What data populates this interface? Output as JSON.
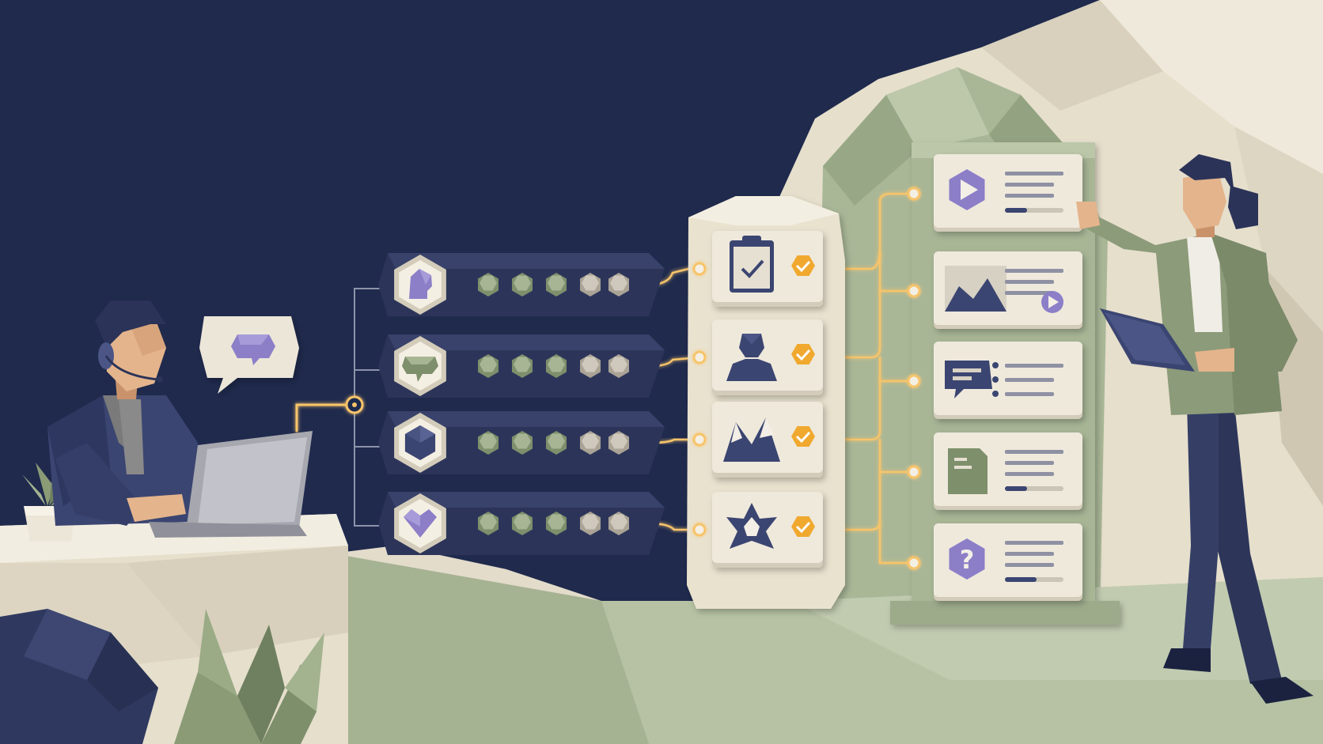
{
  "colors": {
    "sky": "#1f2a4d",
    "navy": "#37406a",
    "navy_dark": "#2a3358",
    "cream": "#ebe4d4",
    "cream_light": "#f4efe3",
    "cream_shadow": "#d4ccba",
    "sage": "#a7b594",
    "sage_dark": "#7e8f6c",
    "sage_light": "#c6cfb4",
    "purple": "#8c7fc8",
    "purple_dark": "#6d61a8",
    "gold": "#f0a92e",
    "glow": "#f7c46a",
    "grey_bead": "#cfc9bd",
    "skin": "#e4b48c",
    "skin_shadow": "#c9926a"
  },
  "scene": {
    "agent": "support-agent-with-headset",
    "presenter": "presenter-with-tablet",
    "speech_bubble_icon": "chat-bubble-icon"
  },
  "left_tracks": [
    {
      "icon": "user-head-icon",
      "beads": [
        "sage",
        "sage",
        "sage",
        "grey",
        "grey"
      ]
    },
    {
      "icon": "chat-bubble-icon",
      "beads": [
        "sage",
        "sage",
        "sage",
        "grey",
        "grey"
      ]
    },
    {
      "icon": "hexagon-gem-icon",
      "beads": [
        "sage",
        "sage",
        "sage",
        "grey",
        "grey"
      ]
    },
    {
      "icon": "heart-gem-icon",
      "beads": [
        "sage",
        "sage",
        "sage",
        "grey",
        "grey"
      ]
    }
  ],
  "middle_cards": [
    {
      "icon": "clipboard-check-icon",
      "status": "check-badge-icon"
    },
    {
      "icon": "person-bust-icon",
      "status": "check-badge-icon"
    },
    {
      "icon": "mountains-icon",
      "status": "check-badge-icon"
    },
    {
      "icon": "star-icon",
      "status": "check-badge-icon"
    }
  ],
  "right_cards": [
    {
      "icon": "play-video-icon"
    },
    {
      "icon": "landscape-image-icon"
    },
    {
      "icon": "chat-message-icon"
    },
    {
      "icon": "document-icon"
    },
    {
      "icon": "question-hexagon-icon"
    }
  ]
}
